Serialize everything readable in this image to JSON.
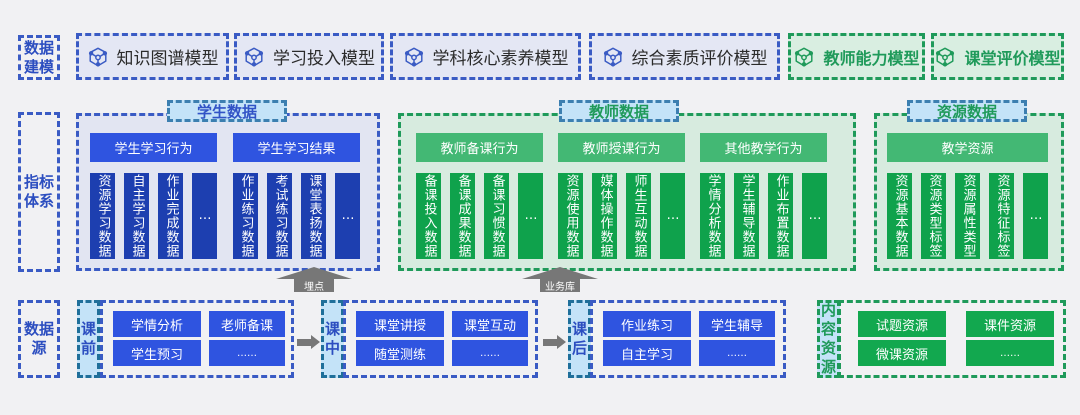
{
  "colors": {
    "background": "#f1f1f3",
    "blue_accent": "#2f54e0",
    "blue_dark": "#1d3fb0",
    "green_accent": "#43b874",
    "green_dark": "#0fa24c",
    "tag_fill": "#c4e3f8",
    "arrow_gray": "#777777"
  },
  "rows": {
    "modeling": {
      "label": "数据建模"
    },
    "indicators": {
      "label": "指标体系"
    },
    "sources": {
      "label": "数据源"
    }
  },
  "models": [
    {
      "label": "知识图谱模型",
      "icon": "cube-network-icon",
      "theme": "blue"
    },
    {
      "label": "学习投入模型",
      "icon": "cube-network-icon",
      "theme": "blue"
    },
    {
      "label": "学科核心素养模型",
      "icon": "cube-network-icon",
      "theme": "blue"
    },
    {
      "label": "综合素质评价模型",
      "icon": "cube-network-icon",
      "theme": "blue"
    },
    {
      "label": "教师能力模型",
      "icon": "cube-network-icon",
      "theme": "green"
    },
    {
      "label": "课堂评价模型",
      "icon": "cube-network-icon",
      "theme": "green"
    }
  ],
  "indicator_groups": {
    "student": {
      "tag": "学生数据",
      "sections": [
        {
          "header": "学生学习行为",
          "items": [
            "资源学习数据",
            "自主学习数据",
            "作业完成数据",
            "…"
          ]
        },
        {
          "header": "学生学习结果",
          "items": [
            "作业练习数据",
            "考试练习数据",
            "课堂表扬数据",
            "…"
          ]
        }
      ]
    },
    "teacher": {
      "tag": "教师数据",
      "sections": [
        {
          "header": "教师备课行为",
          "items": [
            "备课投入数据",
            "备课成果数据",
            "备课习惯数据",
            "…"
          ]
        },
        {
          "header": "教师授课行为",
          "items": [
            "资源使用数据",
            "媒体操作数据",
            "师生互动数据",
            "…"
          ]
        },
        {
          "header": "其他教学行为",
          "items": [
            "学情分析数据",
            "学生辅导数据",
            "作业布置数据",
            "…"
          ]
        }
      ]
    },
    "resource": {
      "tag": "资源数据",
      "sections": [
        {
          "header": "教学资源",
          "items": [
            "资源基本数据",
            "资源类型标签",
            "资源属性类型",
            "资源特征标签",
            "…"
          ]
        }
      ]
    }
  },
  "flow_arrows": {
    "tracking": "埋点",
    "business_db": "业务库"
  },
  "sources": {
    "before_class": {
      "label": "课前",
      "items": [
        "学情分析",
        "老师备课",
        "学生预习",
        "……"
      ]
    },
    "in_class": {
      "label": "课中",
      "items": [
        "课堂讲授",
        "课堂互动",
        "随堂测练",
        "……"
      ]
    },
    "after_class": {
      "label": "课后",
      "items": [
        "作业练习",
        "学生辅导",
        "自主学习",
        "……"
      ]
    },
    "content": {
      "label": "内容资源",
      "items": [
        "试题资源",
        "课件资源",
        "微课资源",
        "……"
      ]
    }
  }
}
